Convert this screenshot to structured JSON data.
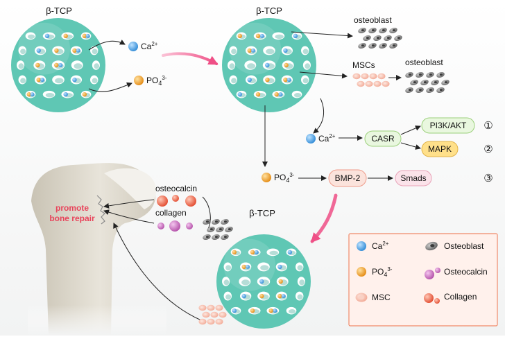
{
  "labels": {
    "tcp_top_left": "β-TCP",
    "tcp_top_right": "β-TCP",
    "tcp_bottom": "β-TCP",
    "ca": "Ca",
    "ca_charge": "2+",
    "po": "PO",
    "po_sub": "4",
    "po_charge": "3-",
    "osteoblast_top": "osteoblast",
    "mscs": "MSCs",
    "osteoblast_right": "osteoblast",
    "osteocalcin": "osteocalcin",
    "collagen": "collagen",
    "bone_repair_line1": "promote",
    "bone_repair_line2": "bone repair"
  },
  "pathway": {
    "casr": "CASR",
    "pi3k": "PI3K/AKT",
    "mapk": "MAPK",
    "bmp2": "BMP-2",
    "smads": "Smads",
    "num1": "①",
    "num2": "②",
    "num3": "③"
  },
  "legend": {
    "ca": "Ca",
    "ca_charge": "2+",
    "po": "PO",
    "po_sub": "4",
    "po_charge": "3-",
    "msc": "MSC",
    "osteoblast": "Osteoblast",
    "osteocalcin": "Osteocalcin",
    "collagen": "Collagen"
  },
  "colors": {
    "scaffold": "#5fc7b4",
    "scaffold_dark": "#2f9f8c",
    "ca": "#3c9be0",
    "po": "#f0a020",
    "msc": "#f6b9a8",
    "osteoblast": "#7a7a7a",
    "osteocalcin": "#cf6fc4",
    "collagen": "#ee6a4e",
    "accent_arrow": "#ef4f86",
    "repair_text": "#e8435a",
    "pi3k_fill": "#e9f7df",
    "pi3k_stroke": "#9bd07a",
    "mapk_fill": "#ffe08a",
    "mapk_stroke": "#e2b44a",
    "casr_fill": "#e9f7df",
    "bmp_fill": "#fbe3dc",
    "bmp_stroke": "#ef9b8a",
    "smads_fill": "#fbe3ea",
    "smads_stroke": "#e8a3b8",
    "legend_fill": "#fff1ec",
    "legend_stroke": "#f08a6a"
  }
}
